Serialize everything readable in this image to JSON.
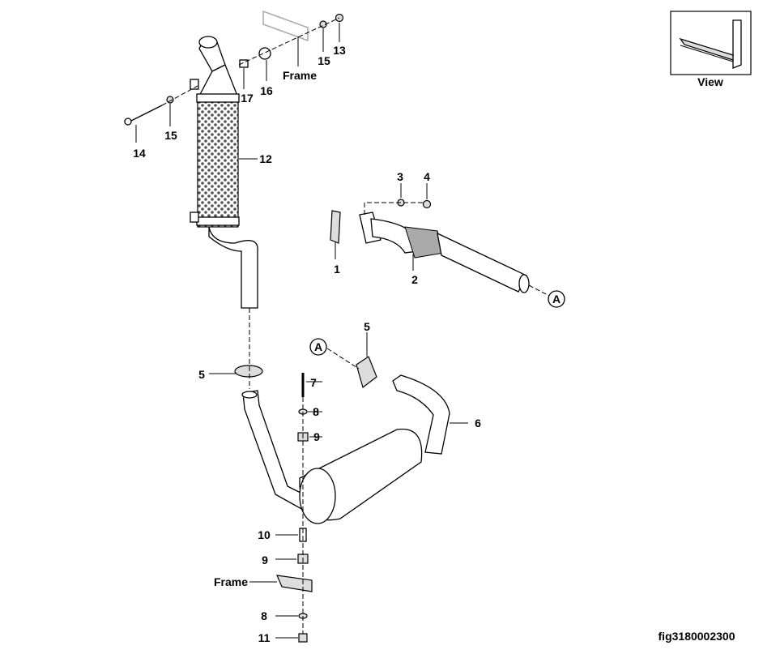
{
  "figure_id": "fig3180002300",
  "view_inset": {
    "label": "View"
  },
  "callouts": {
    "c13": "13",
    "c15a": "15",
    "frame_top": "Frame",
    "c16": "16",
    "c17": "17",
    "c14": "14",
    "c15b": "15",
    "c12": "12",
    "c3": "3",
    "c4": "4",
    "c1": "1",
    "c2": "2",
    "refA1": "A",
    "c5a": "5",
    "refA2": "A",
    "c5b": "5",
    "c7": "7",
    "c8a": "8",
    "c9a": "9",
    "c6": "6",
    "c10": "10",
    "c9b": "9",
    "frame_bottom": "Frame",
    "c8b": "8",
    "c11": "11"
  }
}
